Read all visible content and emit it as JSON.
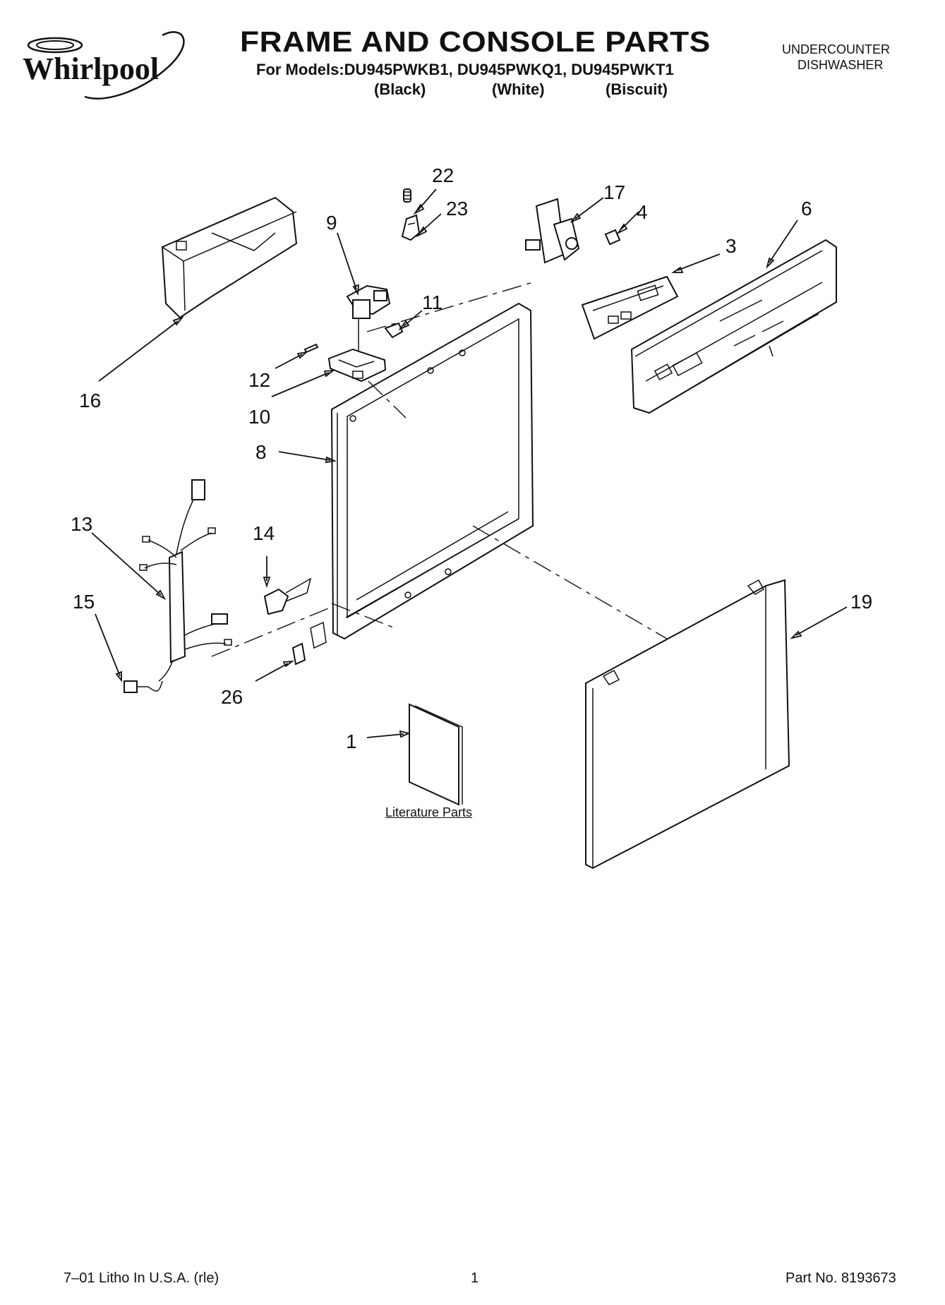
{
  "header": {
    "brand": "Whirlpool",
    "title": "FRAME AND CONSOLE PARTS",
    "models": "For Models:DU945PWKB1, DU945PWKQ1, DU945PWKT1",
    "variants": [
      "(Black)",
      "(White)",
      "(Biscuit)"
    ],
    "product_type_line1": "UNDERCOUNTER",
    "product_type_line2": "DISHWASHER"
  },
  "diagram": {
    "callouts": [
      "22",
      "23",
      "17",
      "4",
      "6",
      "9",
      "3",
      "11",
      "12",
      "16",
      "10",
      "8",
      "13",
      "14",
      "15",
      "19",
      "26",
      "1"
    ],
    "literature_label": "Literature Parts"
  },
  "footer": {
    "left": "7–01 Litho In U.S.A. (rle)",
    "center": "1",
    "right": "Part No. 8193673"
  }
}
